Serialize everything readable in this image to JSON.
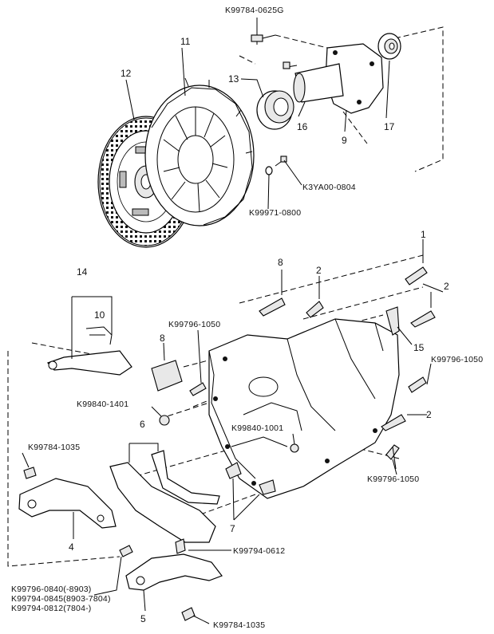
{
  "part_labels": {
    "p1": "1",
    "p2a": "2",
    "p2b": "2",
    "p2c": "2",
    "p4": "4",
    "p5": "5",
    "p6": "6",
    "p7": "7",
    "p8a": "8",
    "p8b": "8",
    "p9": "9",
    "p10": "10",
    "p11": "11",
    "p12": "12",
    "p13": "13",
    "p14": "14",
    "p15": "15",
    "p16": "16",
    "p17": "17"
  },
  "codes": {
    "c_0625g": "K99784-0625G",
    "c_k3ya": "K3YA00-0804",
    "c_k99971": "K99971-0800",
    "c_1050_a": "K99796-1050",
    "c_1050_b": "K99796-1050",
    "c_1050_c": "K99796-1050",
    "c_1401": "K99840-1401",
    "c_1001": "K99840-1001",
    "c_1035_top": "K99784-1035",
    "c_0612": "K99794-0612",
    "c_0840": "K99796-0840(-8903)",
    "c_0845": "K99794-0845(8903-7804)",
    "c_0812": "K99794-0812(7804-)",
    "c_1035_bottom": "K99784-1035"
  }
}
